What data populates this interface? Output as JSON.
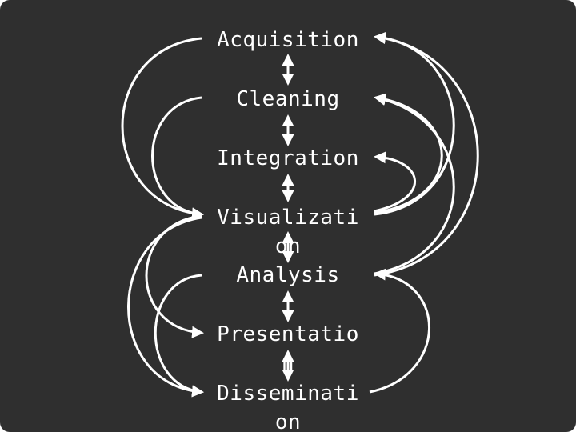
{
  "stages": [
    {
      "id": "acquisition",
      "label": "Acquisition"
    },
    {
      "id": "cleaning",
      "label": "Cleaning"
    },
    {
      "id": "integration",
      "label": "Integration"
    },
    {
      "id": "visualization",
      "label": "Visualizati\non"
    },
    {
      "id": "analysis",
      "label": "Analysis"
    },
    {
      "id": "presentation",
      "label": "Presentatio\nn"
    },
    {
      "id": "dissemination",
      "label": "Disseminati\non"
    }
  ],
  "colors": {
    "background": "#2f2f2f",
    "text": "#ffffff",
    "arrow": "#ffffff"
  }
}
